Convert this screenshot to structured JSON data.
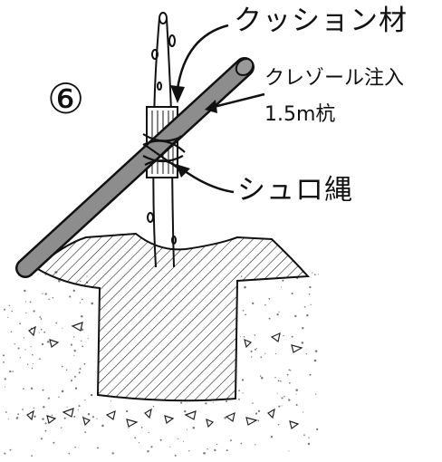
{
  "figure": {
    "step_number": "⑥",
    "labels": {
      "cushion": "クッション材",
      "stake_treatment": "クレゾール注入",
      "stake_size": "1.5m杭",
      "palm_rope": "シュロ縄"
    }
  },
  "colors": {
    "ink": "#111111",
    "stake_fill": "#8d8d8d",
    "soil_speckle": "#777777",
    "background": "#ffffff"
  }
}
